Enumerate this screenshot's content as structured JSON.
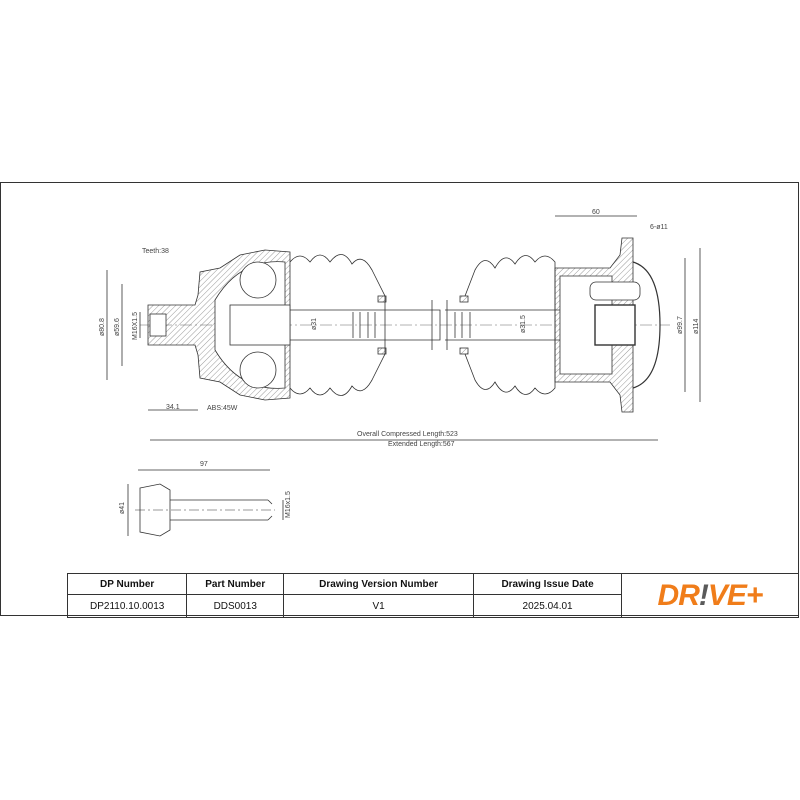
{
  "drawing": {
    "title": "Drive shaft technical drawing",
    "dimensions": {
      "teeth": "Teeth:38",
      "outer_dia_left": "ø80.8",
      "inner_dia_left": "ø59.6",
      "thread_left": "M16X1.5",
      "length_34": "34.1",
      "abs": "ABS:45W",
      "shaft_dia_left": "ø31",
      "shaft_dia_right": "ø31.5",
      "flange_dia_inner": "ø99.7",
      "flange_dia_outer": "ø114",
      "flange_width": "60",
      "holes": "6-ø11",
      "overall_compressed": "Overall Compressed Length:523",
      "extended": "Extended Length:567"
    },
    "bolt": {
      "length": "97",
      "head_dia": "ø41",
      "thread": "M16x1.5"
    }
  },
  "table": {
    "headers": [
      "DP Number",
      "Part Number",
      "Drawing Version Number",
      "Drawing Issue Date"
    ],
    "values": [
      "DP2110.10.0013",
      "DDS0013",
      "V1",
      "2025.04.01"
    ]
  },
  "logo": {
    "part1": "DR",
    "bang": "!",
    "part2": "VE+",
    "color": "#f07d1a",
    "bang_color": "#5a5a5a"
  }
}
